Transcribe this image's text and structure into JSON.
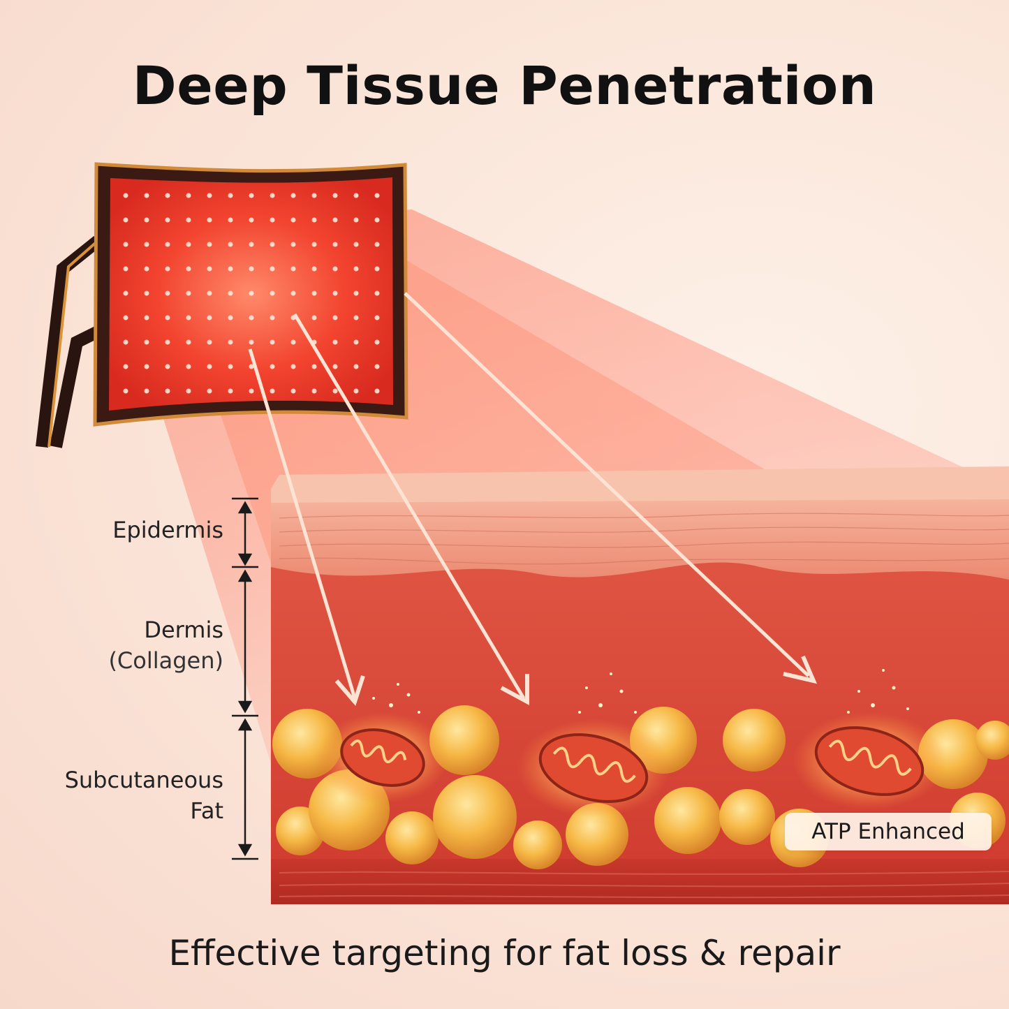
{
  "header": {
    "title": "Deep Tissue Penetration"
  },
  "layers": [
    {
      "name": "Epidermis",
      "note": ""
    },
    {
      "name": "Dermis",
      "note": "(Collagen)"
    },
    {
      "name": "Subcutaneous",
      "note": "Fat"
    }
  ],
  "badge": {
    "label": "ATP Enhanced"
  },
  "footer": {
    "caption": "Effective targeting for fat loss & repair"
  },
  "colors": {
    "panel_red": "#e8372b",
    "frame": "#3a1a12",
    "skin_top": "#f5b09a",
    "dermis": "#d9463a",
    "fat_yellow": "#f3b23c",
    "arrow": "#fde3d3"
  }
}
